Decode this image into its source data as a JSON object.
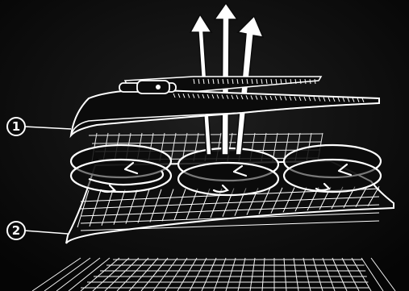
{
  "diagram": {
    "background_color": "#0b0b0b",
    "line_color": "#ffffff",
    "layers": [
      {
        "id": "upper-fabric-layer",
        "callout": "1"
      },
      {
        "id": "lower-mesh-layer",
        "callout": "2"
      }
    ],
    "icons": {
      "up_arrows": "upward-airflow-arrow-icon",
      "circulation": "circulation-arrow-icon",
      "zipper": "zipper-pull-icon"
    }
  }
}
